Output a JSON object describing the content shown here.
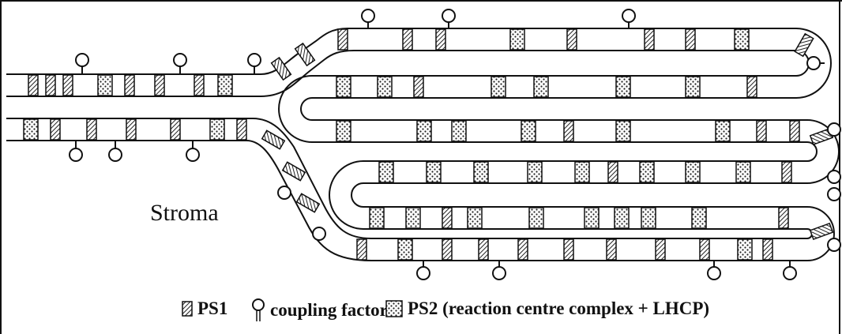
{
  "diagram": {
    "region_label": "Stroma",
    "colors": {
      "line": "#111111",
      "background": "#ffffff",
      "hatch": "#222222"
    }
  },
  "legend": {
    "items": [
      {
        "key": "ps1",
        "icon": "hatched-square-icon",
        "label": "PS1"
      },
      {
        "key": "coupling",
        "icon": "coupling-factor-icon",
        "label": "coupling factor"
      },
      {
        "key": "ps2",
        "icon": "dotted-square-icon",
        "label": "PS2 (reaction centre complex + LHCP)"
      }
    ]
  }
}
